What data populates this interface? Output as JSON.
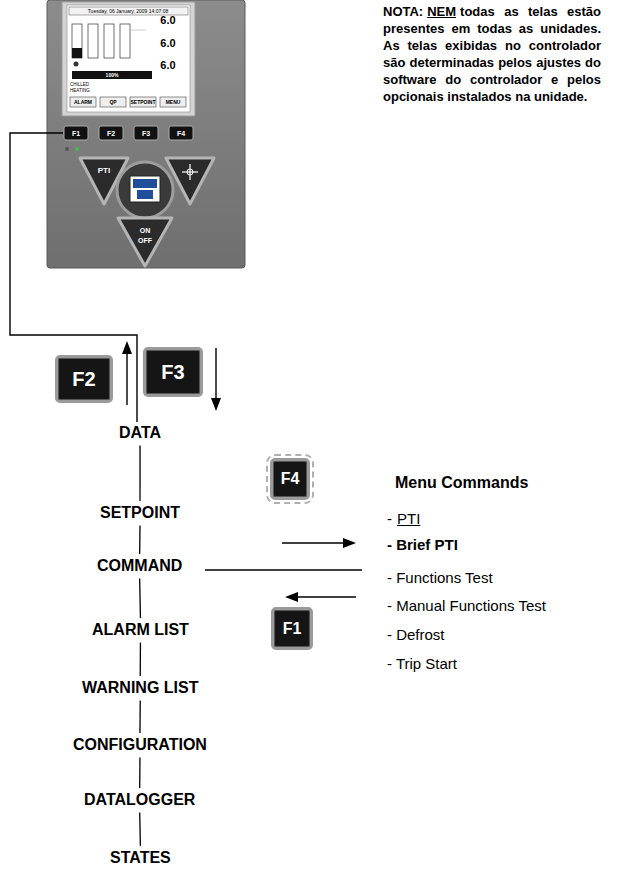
{
  "diagram": {
    "nodes": [
      {
        "text": [
          "F2"
        ]
      },
      {
        "text": [
          "F3"
        ]
      },
      {
        "text": [
          "DATA"
        ]
      },
      {
        "text": [
          "SETPOINT"
        ]
      },
      {
        "text": [
          "COMMAND"
        ]
      },
      {
        "text": [
          "ALARM LIST"
        ]
      },
      {
        "text": [
          "WARNING LIST"
        ]
      },
      {
        "text": [
          "CONFIGURATION"
        ]
      },
      {
        "text": [
          "DATALOGGER"
        ]
      },
      {
        "text": [
          "STATES"
        ]
      },
      {
        "text": [
          "F4"
        ]
      },
      {
        "text": [
          "F1"
        ]
      }
    ],
    "edges": [
      {
        "from": 2,
        "to": 3,
        "arrow": "none"
      },
      {
        "from": 3,
        "to": 4,
        "arrow": "none"
      },
      {
        "from": 4,
        "to": 5,
        "arrow": "none"
      },
      {
        "from": 5,
        "to": 6,
        "arrow": "none"
      },
      {
        "from": 6,
        "to": 7,
        "arrow": "none"
      },
      {
        "from": 7,
        "to": 8,
        "arrow": "none"
      },
      {
        "from": 8,
        "to": 9,
        "arrow": "none"
      }
    ],
    "labels": [
      "NOTA:",
      "NEM",
      "todas as telas estão presentes em todas as unidades. As telas exibidas no controlador são determinadas pelos ajustes do software do controlador e pelos opcionais instalados na unidade.",
      "Tuesday, 06 January, 2009 14:07:08",
      "6.0",
      "6.0",
      "6.0",
      "100%",
      "CHILLED",
      "HEATING",
      "ALARM",
      "QP",
      "SETPOINT",
      "MENU",
      "F1",
      "F2",
      "F3",
      "F4",
      "PTI",
      "ON",
      "OFF",
      "Menu Commands",
      "-",
      "PTI",
      "- Brief PTI",
      "- Functions Test",
      "- Manual Functions Test",
      "- Defrost",
      "- Trip Start"
    ]
  }
}
